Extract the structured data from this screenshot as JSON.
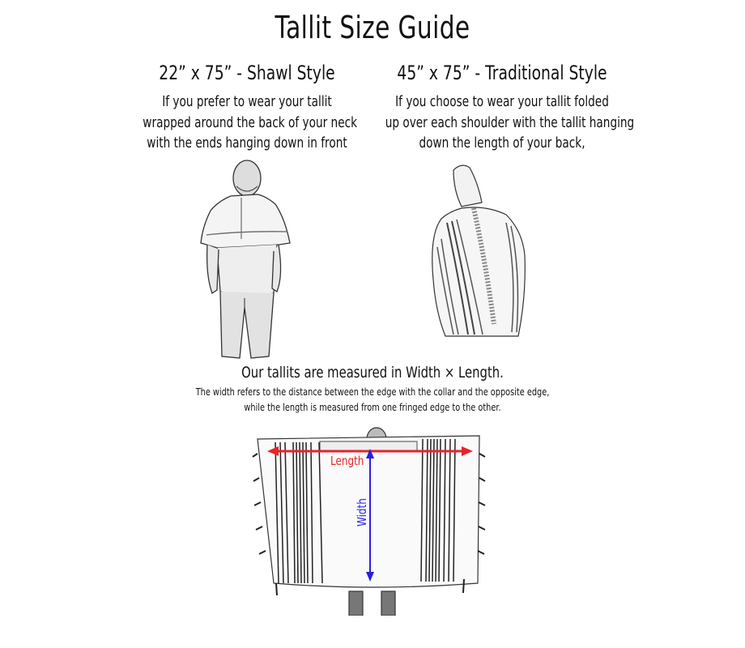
{
  "page": {
    "title": "Tallit Size Guide"
  },
  "styles": [
    {
      "heading": "22” x 75” - Shawl Style",
      "lines": [
        "If you prefer to wear your tallit",
        "wrapped around the back of your neck",
        "with the ends hanging down in front"
      ],
      "illustration": "man-wearing-shawl-style-tallit"
    },
    {
      "heading": "45” x 75” - Traditional Style",
      "lines": [
        "If you choose to wear your tallit folded",
        "up over each shoulder with the tallit hanging",
        "down the length of your back,"
      ],
      "illustration": "man-wearing-traditional-style-tallit"
    }
  ],
  "measurement": {
    "heading": "Our tallits are measured in Width × Length.",
    "lines": [
      "The width refers to the distance between the edge with the collar and the opposite edge,",
      "while the length is measured from one fringed edge to the other."
    ],
    "diagram": {
      "length_label": "Length",
      "width_label": "Width",
      "length_color": "#e8232a",
      "width_color": "#2a1fe0"
    }
  }
}
